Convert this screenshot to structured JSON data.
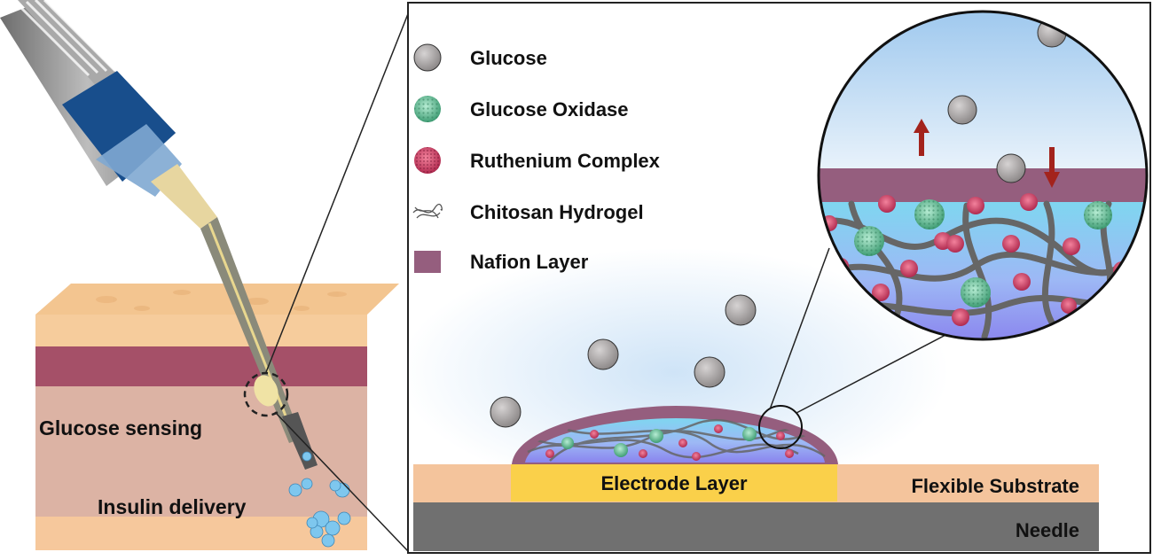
{
  "left_panel": {
    "label_sensing": "Glucose sensing",
    "label_delivery": "Insulin delivery"
  },
  "legend": {
    "items": [
      {
        "label": "Glucose",
        "icon": "glucose-icon",
        "color": "#9c9898"
      },
      {
        "label": "Glucose Oxidase",
        "icon": "glucose-oxidase-icon",
        "color": "#5fbf95"
      },
      {
        "label": "Ruthenium Complex",
        "icon": "ruthenium-complex-icon",
        "color": "#c8375a"
      },
      {
        "label": "Chitosan Hydrogel",
        "icon": "chitosan-hydrogel-icon",
        "color": "#777777"
      },
      {
        "label": "Nafion Layer",
        "icon": "nafion-layer-icon",
        "color": "#8a4f6e"
      }
    ]
  },
  "layers": {
    "electrode": "Electrode Layer",
    "substrate": "Flexible Substrate",
    "needle": "Needle"
  },
  "colors": {
    "skin_top": "#f6cc9c",
    "dermis": "#a55068",
    "tissue": "#dcb3a4",
    "nafion": "#955e7e",
    "electrode": "#fad04a",
    "substrate": "#f4c49c",
    "needle": "#707070",
    "arrow": "#a3231c"
  }
}
